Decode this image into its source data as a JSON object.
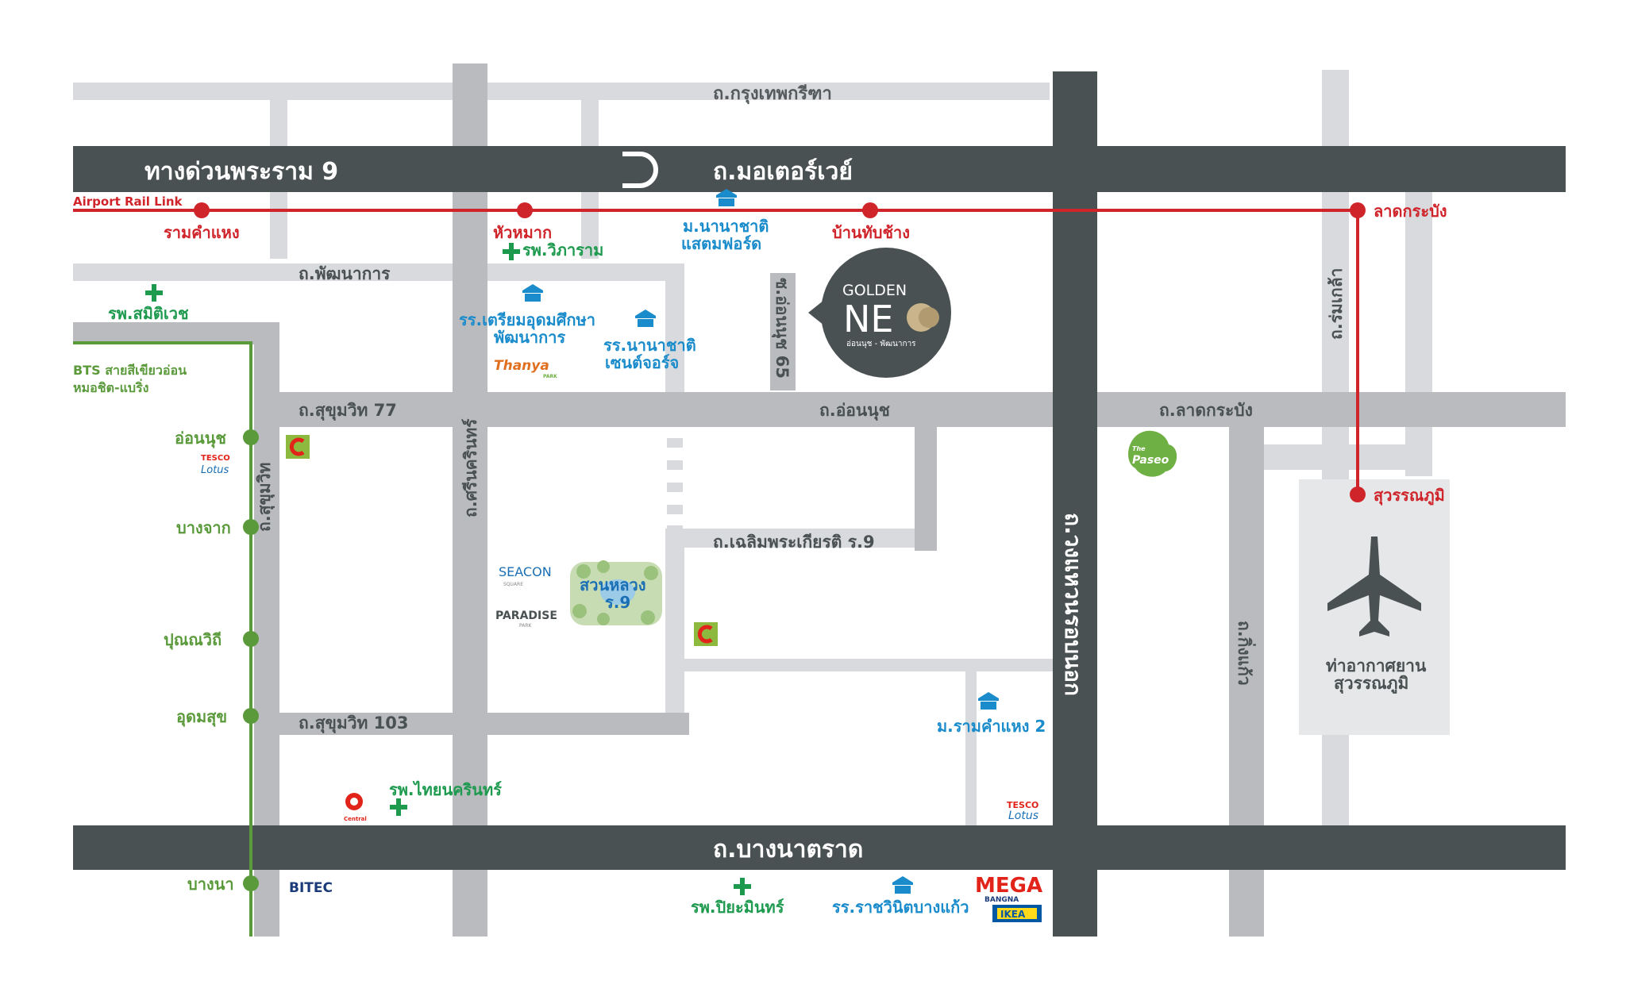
{
  "colors": {
    "road_major": "#4a5152",
    "road_minor": "#d9dadd",
    "road_mid": "#b9bbbe",
    "rail_red": "#d0242b",
    "bts_green": "#5a9a3b",
    "hospital_green": "#1e9a4f",
    "school_blue": "#1a8ccc",
    "label_dark": "#4a5152",
    "label_gray": "#555a5c",
    "airport_box": "#e6e7e8"
  },
  "roads": {
    "krungthep_kreetha": "ถ.กรุงเทพกรีฑา",
    "expressway": "ทางด่วนพระราม 9",
    "motorway": "ถ.มอเตอร์เวย์",
    "phatthanakan": "ถ.พัฒนาการ",
    "sukhumvit77": "ถ.สุขุมวิท 77",
    "on_nut": "ถ.อ่อนนุช",
    "lat_krabang_road": "ถ.ลาดกระบัง",
    "soi_on_nut_65": "ซ.อ่อนนุช 65",
    "rom_klao": "ถ.ร่มเกล้า",
    "chaloem_phrakiat": "ถ.เฉลิมพระเกียรติ ร.9",
    "srinakarin": "ถ.ศรีนครินทร์",
    "sukhumvit": "ถ.สุขุมวิท",
    "sukhumvit103": "ถ.สุขุมวิท 103",
    "ring_road": "ถ.วงแหวนรอบนอก",
    "king_kaeo": "ถ.กิ่งแก้ว",
    "bangna_trat": "ถ.บางนาตราด"
  },
  "airport_rail_link": {
    "label": "Airport Rail Link",
    "stations": [
      "รามคำแหง",
      "หัวหมาก",
      "บ้านทับช้าง",
      "ลาดกระบัง",
      "สุวรรณภูมิ"
    ]
  },
  "bts": {
    "line_label_1": "BTS สายสีเขียวอ่อน",
    "line_label_2": "หมอชิต-แบริ่ง",
    "stations": [
      "อ่อนนุช",
      "บางจาก",
      "ปุณณวิถี",
      "อุดมสุข",
      "บางนา"
    ]
  },
  "hospitals": {
    "samitivej": "รพ.สมิติเวช",
    "vibharam": "รพ.วิภาราม",
    "thainakarin": "รพ.ไทยนครินทร์",
    "piyamin": "รพ.ปิยะมินทร์"
  },
  "schools": {
    "stamford_1": "ม.นานาชาติ",
    "stamford_2": "แสตมฟอร์ด",
    "triam_1": "รร.เตรียมอุดมศึกษา",
    "triam_2": "พัฒนาการ",
    "st_andrews_1": "รร.นานาชาติ",
    "st_andrews_2": "เซนต์จอร์จ",
    "ramkhamhaeng2": "ม.รามคำแหง 2",
    "rajavinit": "รร.ราชวินิตบางแก้ว"
  },
  "places": {
    "suan_luang_1": "สวนหลวง",
    "suan_luang_2": "ร.9",
    "airport_1": "ท่าอากาศยาน",
    "airport_2": "สุวรรณภูมิ"
  },
  "logos": {
    "golden_neo_1": "GOLDEN",
    "golden_neo_2": "NE",
    "golden_neo_3": "อ่อนนุช - พัฒนาการ",
    "seacon_1": "SEACON",
    "seacon_2": "SQUARE",
    "paradise_1": "PARADISE",
    "paradise_2": "PARK",
    "thanya": "Thanya",
    "thanya_2": "PARK",
    "tesco_1": "TESCO",
    "tesco_2": "Lotus",
    "paseo_1": "The",
    "paseo_2": "Paseo",
    "central": "Central",
    "bitec": "BITEC",
    "mega_1": "MEGA",
    "mega_2": "BANGNA",
    "ikea": "IKEA"
  },
  "icons": [
    "hospital-cross-icon",
    "school-icon",
    "airplane-icon",
    "big-c-icon",
    "bts-station-icon",
    "rail-station-icon"
  ]
}
